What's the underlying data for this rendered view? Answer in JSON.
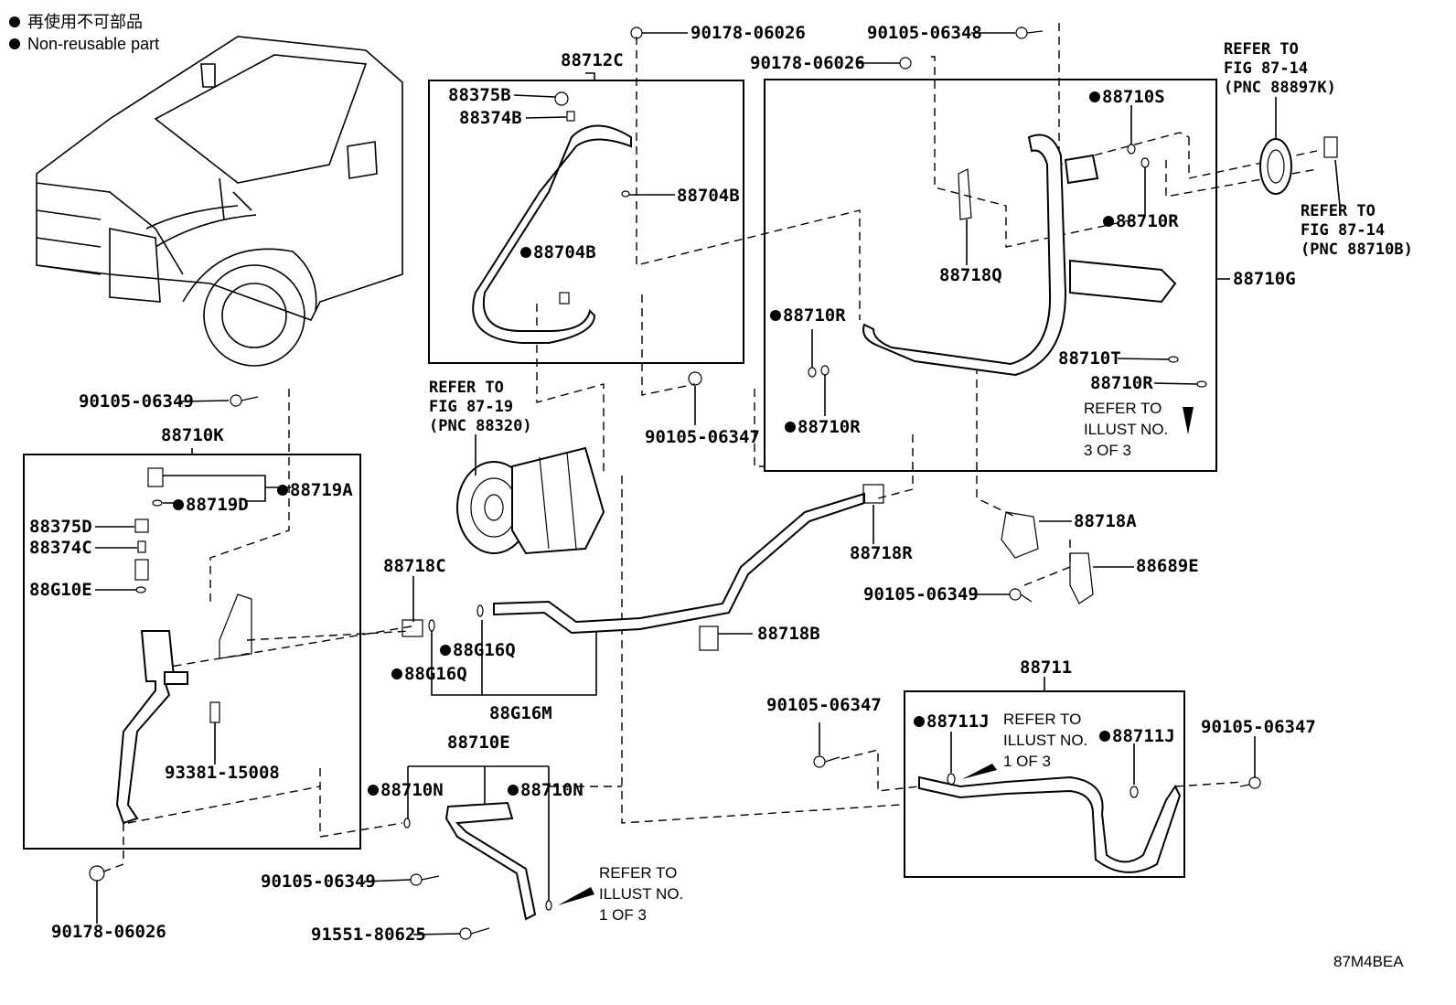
{
  "legend": {
    "line1": "再使用不可部品",
    "line2": "Non-reusable part"
  },
  "labels": {
    "p90178_06026_top": "90178-06026",
    "p90105_06348": "90105-06348",
    "p90178_06026_b": "90178-06026",
    "p88712C": "88712C",
    "p88375B": "88375B",
    "p88374B": "88374B",
    "p88704B_a": "88704B",
    "p88704B_b": "88704B",
    "p88710S": "88710S",
    "p88710R_1": "88710R",
    "p88718Q": "88718Q",
    "p88710G": "88710G",
    "p88710R_2": "88710R",
    "p88710T": "88710T",
    "p88710R_3": "88710R",
    "p88710R_4": "88710R",
    "p90105_06349_a": "90105-06349",
    "p88710K": "88710K",
    "p88719D": "88719D",
    "p88719A": "88719A",
    "p88375D": "88375D",
    "p88374C": "88374C",
    "p88G10E": "88G10E",
    "p90105_06347_a": "90105-06347",
    "p88718C": "88718C",
    "p88G16Q_a": "88G16Q",
    "p88G16Q_b": "88G16Q",
    "p88G16M": "88G16M",
    "p88718R": "88718R",
    "p88718A": "88718A",
    "p88689E": "88689E",
    "p90105_06349_b": "90105-06349",
    "p88718B": "88718B",
    "p93381_15008": "93381-15008",
    "p88710E": "88710E",
    "p88710N_a": "88710N",
    "p88710N_b": "88710N",
    "p90105_06349_c": "90105-06349",
    "p91551_80625": "91551-80625",
    "p90178_06026_c": "90178-06026",
    "p88711": "88711",
    "p90105_06347_b": "90105-06347",
    "p88711J_a": "88711J",
    "p88711J_b": "88711J",
    "p90105_06347_c": "90105-06347"
  },
  "refs": {
    "fig8714_a": [
      "REFER TO",
      "FIG 87-14",
      "(PNC 88897K)"
    ],
    "fig8714_b": [
      "REFER TO",
      "FIG 87-14",
      "(PNC 88710B)"
    ],
    "fig8719": [
      "REFER TO",
      "FIG 87-19",
      "(PNC 88320)"
    ],
    "illust3": [
      "REFER TO",
      "ILLUST NO.",
      "3 OF 3"
    ],
    "illust1_a": [
      "REFER TO",
      "ILLUST NO.",
      "1 OF 3"
    ],
    "illust1_b": [
      "REFER TO",
      "ILLUST NO.",
      "1 OF 3"
    ]
  },
  "figure_code": "87M4BEA"
}
